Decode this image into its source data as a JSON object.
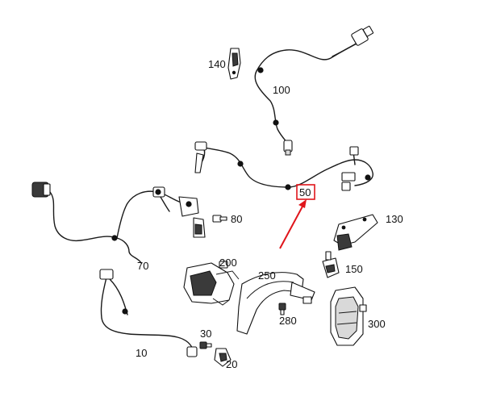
{
  "callouts": [
    {
      "id": "140",
      "label": "140"
    },
    {
      "id": "100",
      "label": "100"
    },
    {
      "id": "50",
      "label": "50"
    },
    {
      "id": "80",
      "label": "80"
    },
    {
      "id": "130",
      "label": "130"
    },
    {
      "id": "70",
      "label": "70"
    },
    {
      "id": "200",
      "label": "200"
    },
    {
      "id": "250",
      "label": "250"
    },
    {
      "id": "150",
      "label": "150"
    },
    {
      "id": "280",
      "label": "280"
    },
    {
      "id": "300",
      "label": "300"
    },
    {
      "id": "30",
      "label": "30"
    },
    {
      "id": "10",
      "label": "10"
    },
    {
      "id": "20",
      "label": "20"
    }
  ],
  "highlighted_part": "50",
  "colors": {
    "highlight": "#e0151b",
    "line": "#1a1a1a"
  }
}
